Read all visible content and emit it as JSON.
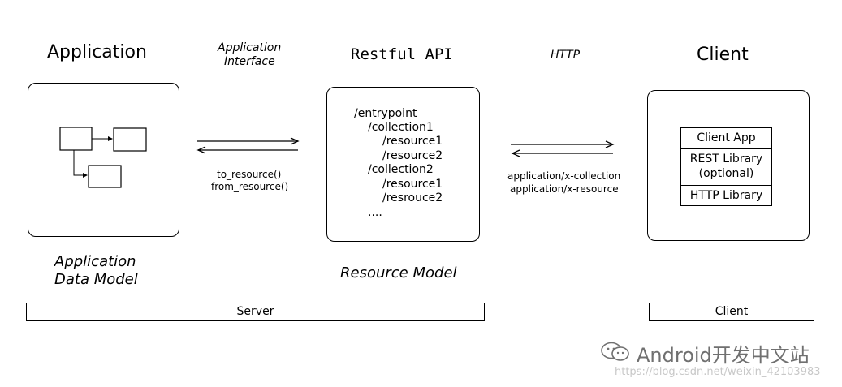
{
  "columns": {
    "application_title": "Application",
    "interface_label_line1": "Application",
    "interface_label_line2": "Interface",
    "api_title": "Restful API",
    "http_label": "HTTP",
    "client_title": "Client"
  },
  "application_box": {
    "caption_line1": "Application",
    "caption_line2": "Data Model"
  },
  "app_api_arrows": {
    "label_line1": "to_resource()",
    "label_line2": "from_resource()"
  },
  "resource_tree": {
    "lines": [
      "/entrypoint",
      "/collection1",
      "/resource1",
      "/resource2",
      "/collection2",
      "/resource1",
      "/resrouce2",
      "...."
    ],
    "caption": "Resource Model"
  },
  "http_arrows": {
    "label_line1": "application/x-collection",
    "label_line2": "application/x-resource"
  },
  "client_stack": {
    "layer1": "Client App",
    "layer2_line1": "REST Library",
    "layer2_line2": "(optional)",
    "layer3": "HTTP Library"
  },
  "bars": {
    "server": "Server",
    "client": "Client"
  },
  "watermark": {
    "text": "Android开发中文站",
    "url": "https://blog.csdn.net/weixin_42103983"
  }
}
